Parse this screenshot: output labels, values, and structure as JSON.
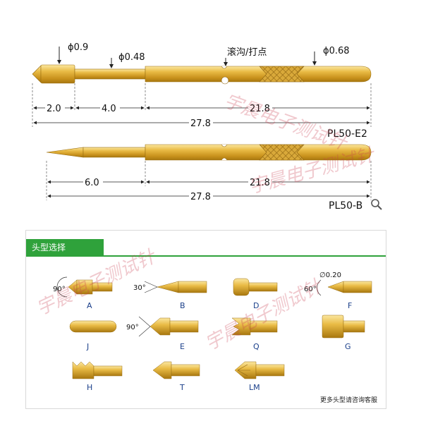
{
  "pin_e2": {
    "d_tip": "ϕ0.9",
    "d_shaft": "ϕ0.48",
    "groove": "滚沟/打点",
    "d_barrel": "ϕ0.68",
    "len_tip": "2.0",
    "len_plunger": "4.0",
    "len_barrel": "21.8",
    "len_total": "27.8",
    "model": "PL50-E2"
  },
  "pin_b": {
    "len_plunger": "6.0",
    "len_barrel": "21.8",
    "len_total": "27.8",
    "model": "PL50-B"
  },
  "heads": {
    "title": "头型选择",
    "labels": {
      "A": "A",
      "B": "B",
      "D": "D",
      "F": "F",
      "J": "J",
      "E": "E",
      "Q": "Q",
      "G": "G",
      "H": "H",
      "T": "T",
      "LM": "LM"
    },
    "angles": {
      "A": "90°",
      "B": "30°",
      "F": "60°",
      "E": "90°",
      "F_dia": "∅0.20"
    },
    "note": "更多头型请咨询客服"
  },
  "watermark": "宇晨电子测试针",
  "colors": {
    "gold": "#e2b23a",
    "gold_dark": "#a77a12",
    "green": "#2fa23b",
    "label_blue": "#1a3f8a"
  },
  "icons": {
    "zoom": "magnifier-icon"
  }
}
